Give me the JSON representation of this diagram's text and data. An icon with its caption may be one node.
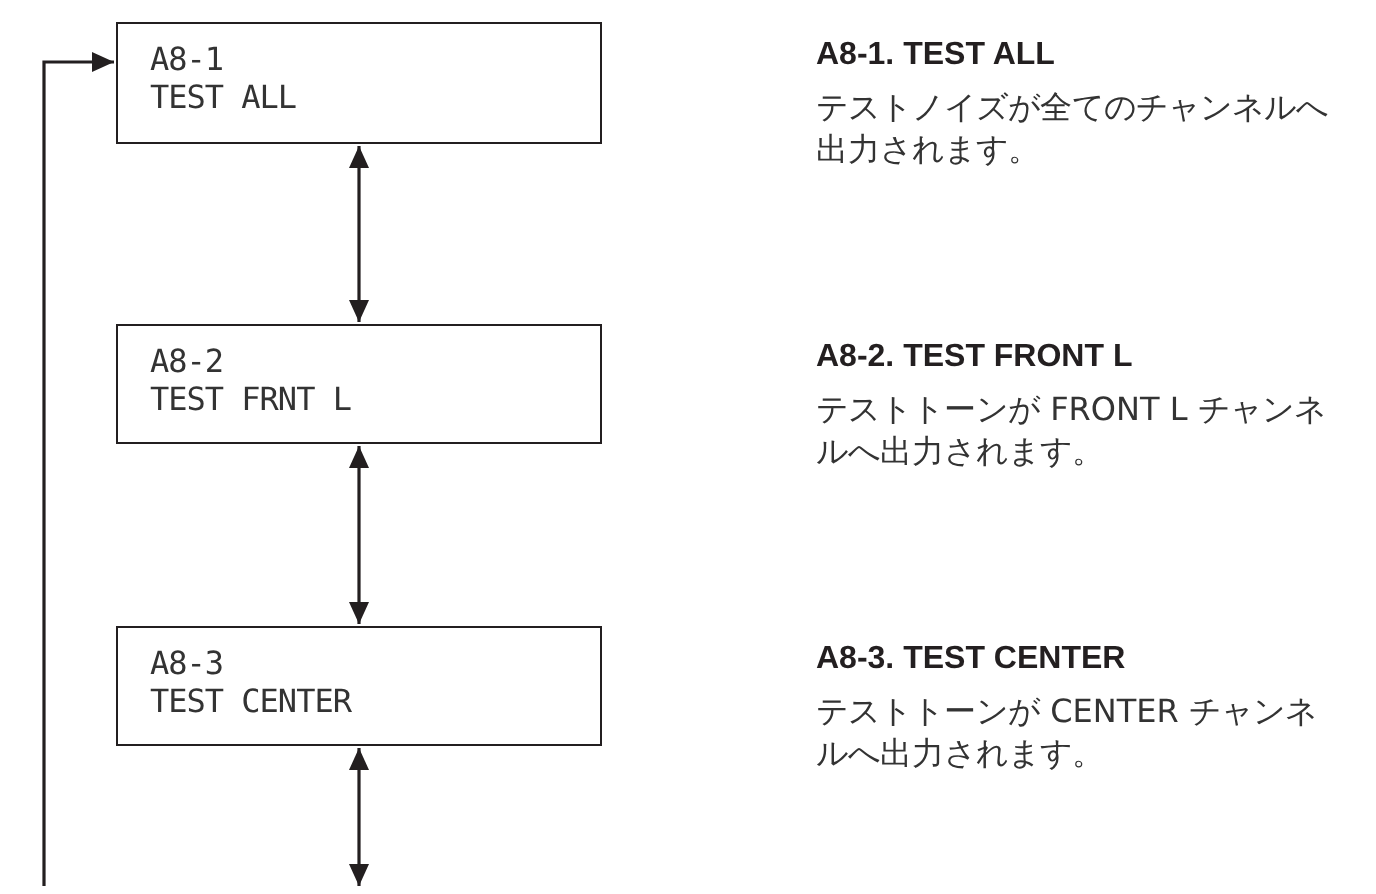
{
  "diagram": {
    "nodes": [
      {
        "text": [
          "A8-1",
          "TEST ALL"
        ],
        "beside": [
          "A8-1. TEST ALL",
          "テストノイズが全てのチャンネルへ出力されます。"
        ]
      },
      {
        "text": [
          "A8-2",
          "TEST FRNT L"
        ],
        "beside": [
          "A8-2. TEST FRONT L",
          "テストトーンが FRONT L チャンネルへ出力されます。"
        ]
      },
      {
        "text": [
          "A8-3",
          "TEST CENTER"
        ],
        "beside": [
          "A8-3. TEST CENTER",
          "テストトーンが CENTER チャンネルへ出力されます。"
        ]
      }
    ],
    "edges": [
      {
        "from": 0,
        "to": 1,
        "arrow": "both"
      },
      {
        "from": 1,
        "to": 2,
        "arrow": "both"
      },
      {
        "from": 2,
        "to": null,
        "arrow": "both"
      },
      {
        "from": null,
        "to": 0,
        "arrow": "to"
      }
    ]
  }
}
